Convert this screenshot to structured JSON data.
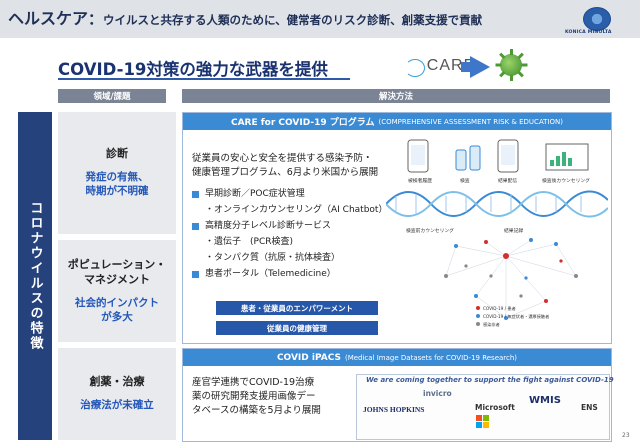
{
  "header": {
    "title_main": "ヘルスケア",
    "title_sep": "：",
    "title_sub": "ウイルスと共存する人類のために、健常者のリスク診断、創薬支援で貢献",
    "logo_text": "KONICA MINOLTA"
  },
  "headline": "COVID-19対策の強力な武器を提供",
  "care_logo_text": "CARE",
  "columns": {
    "left": "領域/課題",
    "right": "解決方法"
  },
  "side_band": "コロナウイルスの特徴",
  "categories": [
    {
      "title": "診断",
      "desc_line1": "発症の有無、",
      "desc_line2": "時期が不明確"
    },
    {
      "title_line1": "ポピュレーション・",
      "title_line2": "マネジメント",
      "desc_line1": "社会的インパクト",
      "desc_line2": "が多大"
    },
    {
      "title": "創薬・治療",
      "desc_line1": "治療法が未確立"
    }
  ],
  "panel1": {
    "title": "CARE for COVID-19 プログラム",
    "title_small": "(COMPREHENSIVE ASSESSMENT RISK & EDUCATION)",
    "intro_line1": "従業員の安心と安全を提供する感染予防・",
    "intro_line2": "健康管理プログラム、6月より米国から展開",
    "bullets": [
      {
        "kind": "main",
        "text": "早期診断／POC症状管理"
      },
      {
        "kind": "sub",
        "text": "・オンラインカウンセリング（AI Chatbot）"
      },
      {
        "kind": "main",
        "text": "高精度分子レベル診断サービス"
      },
      {
        "kind": "sub",
        "text": "・遺伝子　(PCR検査)"
      },
      {
        "kind": "sub",
        "text": "・タンパク質（抗原・抗体検査）"
      },
      {
        "kind": "main",
        "text": "患者ポータル（Telemedicine）"
      }
    ],
    "bar1": "患者・従業員のエンパワーメント",
    "bar2": "従業員の健康管理",
    "illus_labels": {
      "l1": "被検者履歴",
      "l2": "検査",
      "l3": "結果配信",
      "l4": "検査後カウンセリング",
      "l5": "検査前カウンセリング",
      "l6": "結果記録",
      "legend1": "COVID-19 / 患者",
      "legend2": "COVID-19 / 無症状者・濃厚接触者",
      "legend3": "感染非者"
    }
  },
  "panel2": {
    "title": "COVID iPACS",
    "title_small": "(Medical Image Datasets for COVID-19 Research)",
    "text_line1": "産官学連携でCOVID-19治療",
    "text_line2": "薬の研究開発支援用画像デー",
    "text_line3": "タベースの構築を5月より展開",
    "partners_heading": "We are coming together to support the fight against COVID-19",
    "partners": [
      "JOHNS HOPKINS",
      "invicro",
      "Microsoft",
      "WMIS",
      "ENS"
    ]
  },
  "page_number": "23",
  "colors": {
    "navy": "#26427c",
    "accent_blue": "#3b8ad4",
    "highlight_blue": "#2458b8",
    "gray_header": "#7a8494"
  }
}
